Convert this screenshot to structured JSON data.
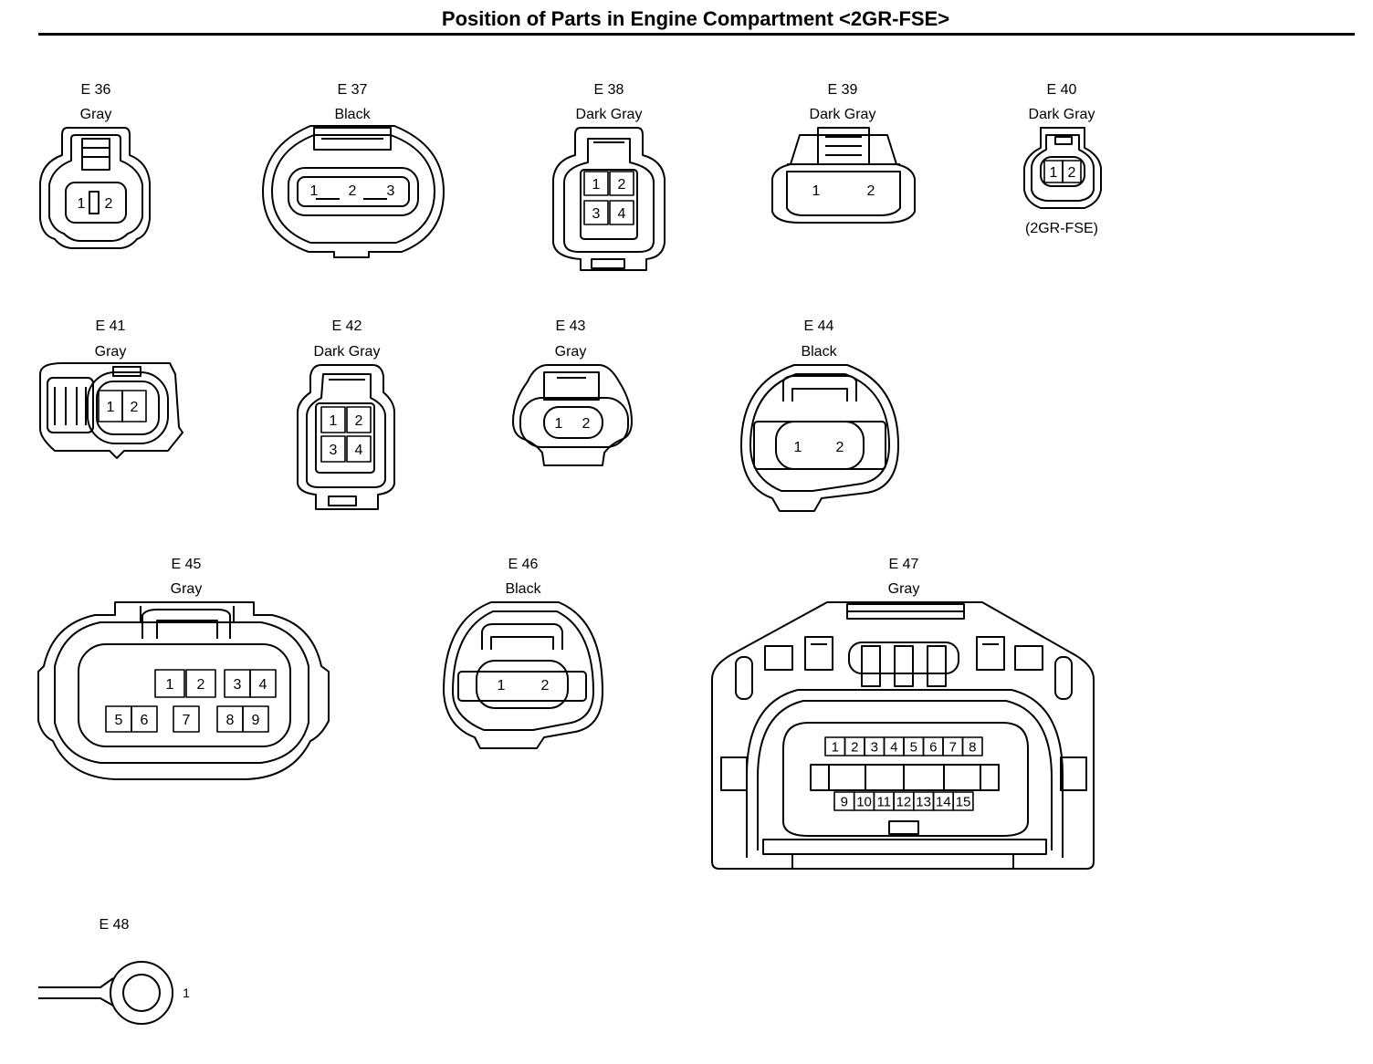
{
  "title": "Position of Parts in Engine Compartment <2GR-FSE>",
  "connectors": [
    {
      "id": "E 36",
      "color": "Gray",
      "pins": [
        "1",
        "2"
      ]
    },
    {
      "id": "E 37",
      "color": "Black",
      "pins": [
        "1",
        "2",
        "3"
      ]
    },
    {
      "id": "E 38",
      "color": "Dark Gray",
      "pins": [
        "1",
        "2",
        "3",
        "4"
      ]
    },
    {
      "id": "E 39",
      "color": "Dark Gray",
      "pins": [
        "1",
        "2"
      ]
    },
    {
      "id": "E 40",
      "color": "Dark Gray",
      "pins": [
        "1",
        "2"
      ],
      "note": "(2GR-FSE)"
    },
    {
      "id": "E 41",
      "color": "Gray",
      "pins": [
        "1",
        "2"
      ]
    },
    {
      "id": "E 42",
      "color": "Dark Gray",
      "pins": [
        "1",
        "2",
        "3",
        "4"
      ]
    },
    {
      "id": "E 43",
      "color": "Gray",
      "pins": [
        "1",
        "2"
      ]
    },
    {
      "id": "E 44",
      "color": "Black",
      "pins": [
        "1",
        "2"
      ]
    },
    {
      "id": "E 45",
      "color": "Gray",
      "pins": [
        "1",
        "2",
        "3",
        "4",
        "5",
        "6",
        "7",
        "8",
        "9"
      ]
    },
    {
      "id": "E 46",
      "color": "Black",
      "pins": [
        "1",
        "2"
      ]
    },
    {
      "id": "E 47",
      "color": "Gray",
      "pins": [
        "1",
        "2",
        "3",
        "4",
        "5",
        "6",
        "7",
        "8",
        "9",
        "10",
        "11",
        "12",
        "13",
        "14",
        "15"
      ]
    },
    {
      "id": "E 48",
      "color": "",
      "pins": [
        "1"
      ]
    }
  ]
}
